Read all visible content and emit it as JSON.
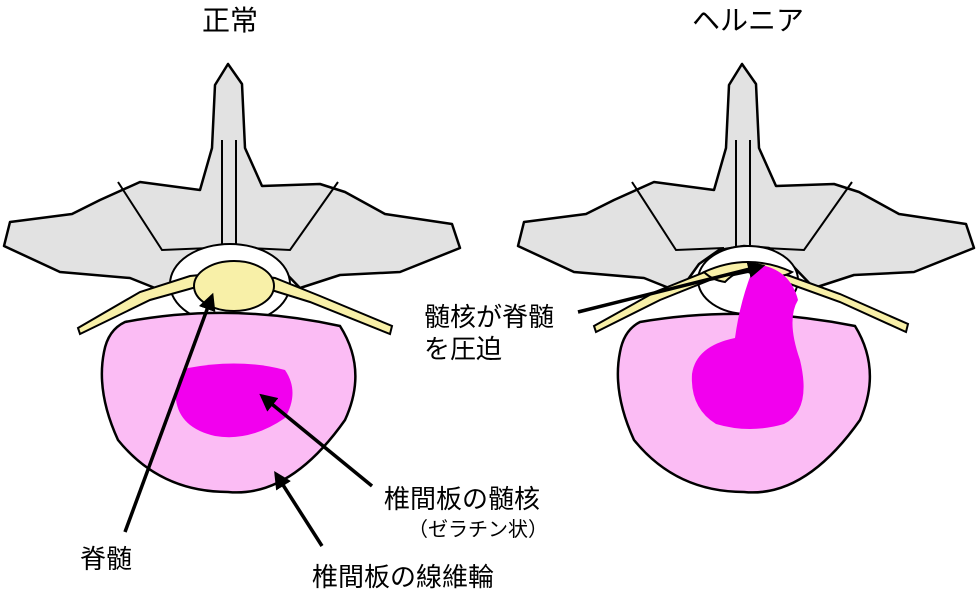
{
  "titles": {
    "normal": "正常",
    "hernia": "ヘルニア"
  },
  "labels": {
    "spinal_cord": "脊髄",
    "fibrous_ring": "椎間板の線維輪",
    "nucleus_line1": "椎間板の髄核",
    "nucleus_line2": "（ゼラチン状）",
    "compress_line1": "髄核が脊髄",
    "compress_line2": "を圧迫"
  },
  "colors": {
    "bone": "#e2e2e2",
    "cord": "#f8f0a8",
    "annulus": "#fbbcf4",
    "nucleus": "#f200ee",
    "outline": "#000000"
  }
}
